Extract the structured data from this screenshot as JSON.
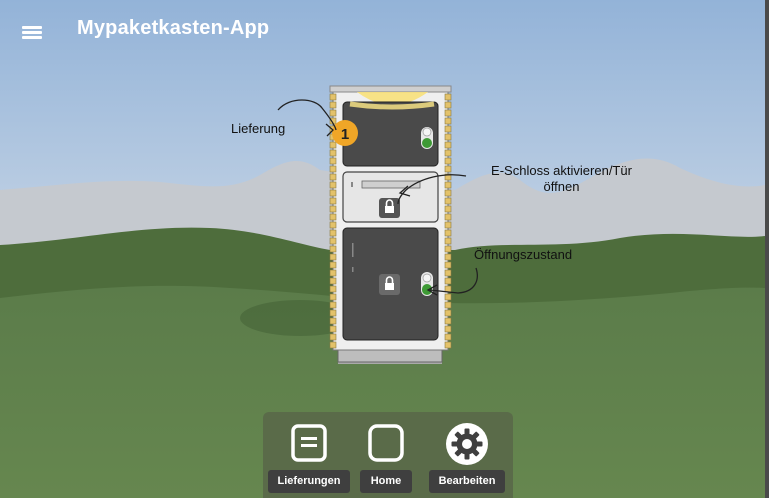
{
  "app_bar": {
    "title": "Mypaketkasten-App",
    "menu_icon": "hamburger-menu-icon"
  },
  "illustration": {
    "badge_count": "1",
    "annotations": {
      "delivery": "Lieferung",
      "lock_line1": "E-Schloss aktivieren/Tür",
      "lock_line2": "öffnen",
      "opening_state": "Öffnungszustand"
    }
  },
  "bottom_nav": {
    "items": [
      {
        "label": "Lieferungen",
        "icon": "list-document-icon"
      },
      {
        "label": "Home",
        "icon": "home-square-icon"
      },
      {
        "label": "Bearbeiten",
        "icon": "gear-icon"
      }
    ]
  },
  "colors": {
    "sky_top": "#9cb9da",
    "sky_bottom": "#dde6ee",
    "hill_dark": "#4f6f3c",
    "grass": "#618251",
    "badge": "#f0a627",
    "toggle_green": "#3e9a35"
  }
}
